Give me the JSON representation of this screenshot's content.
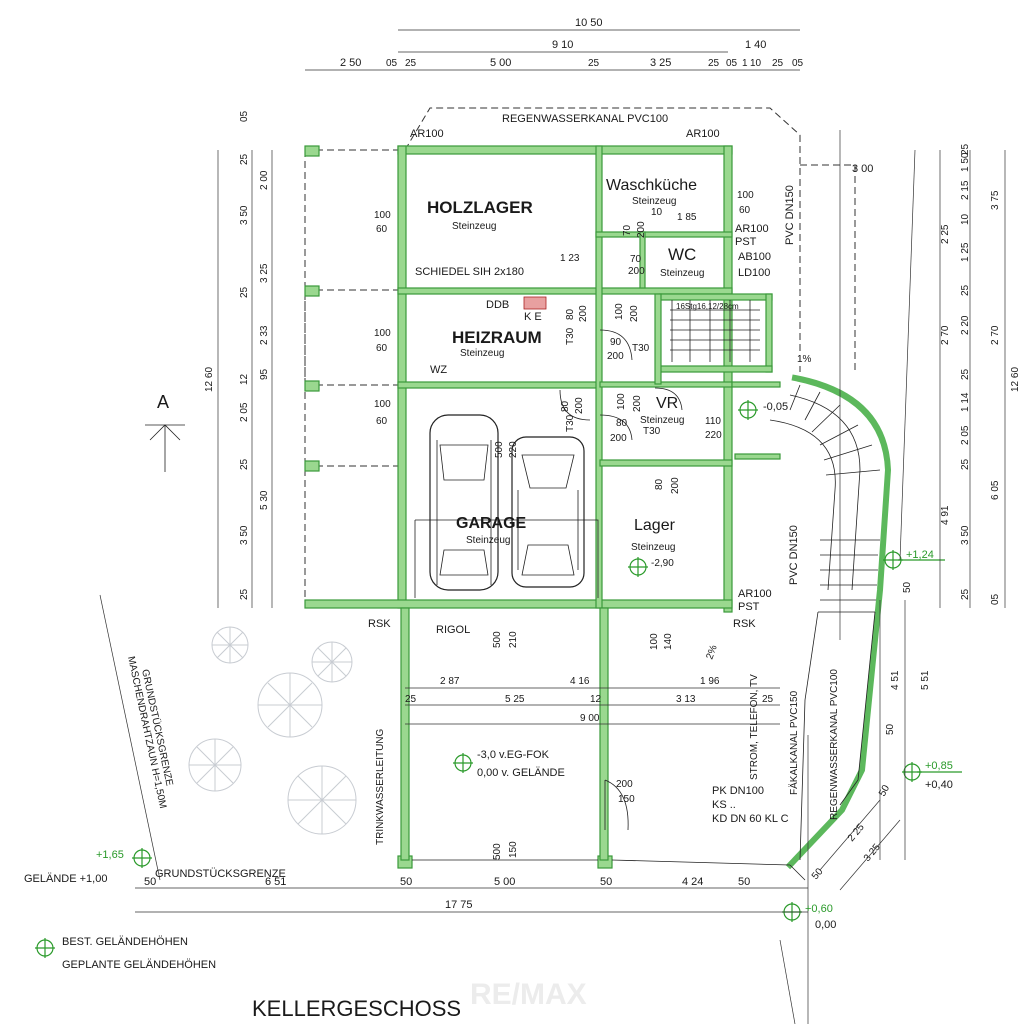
{
  "title": "KELLERGESCHOSS",
  "watermark": "RE/MAX",
  "colors": {
    "wall": "#9ad88f",
    "wall_stroke": "#3a9a3a",
    "level_marker": "#2a9a2a",
    "ink": "#1a1a1a"
  },
  "rooms": {
    "holzlager": {
      "name": "HOLZLAGER",
      "floor": "Steinzeug"
    },
    "waschkueche": {
      "name": "Waschküche",
      "floor": "Steinzeug"
    },
    "wc": {
      "name": "WC",
      "floor": "Steinzeug"
    },
    "heizraum": {
      "name": "HEIZRAUM",
      "floor": "Steinzeug"
    },
    "vr": {
      "name": "VR",
      "floor": "Steinzeug"
    },
    "garage": {
      "name": "GARAGE",
      "floor": "Steinzeug"
    },
    "lager": {
      "name": "Lager",
      "floor": "Steinzeug",
      "level": "-2,90"
    }
  },
  "labels": {
    "regenwasserkanal_top": "REGENWASSERKANAL PVC100",
    "ar100_a": "AR100",
    "ar100_b": "AR100",
    "pvc_dn150": "PVC DN150",
    "pvc_dn150_b": "PVC DN150",
    "schiedel": "SCHIEDEL SIH 2x180",
    "ddb": "DDB",
    "ke": "K E",
    "wz": "WZ",
    "ar100_pst": "AR100",
    "pst": "PST",
    "ab100": "AB100",
    "ld100": "LD100",
    "stair": "16Stg16,12/28cm",
    "rsk_l": "RSK",
    "rsk_r": "RSK",
    "rigol": "RIGOL",
    "ar100_pst2": "AR100",
    "pst2": "PST",
    "trinkwasser": "TRINKWASSERLEITUNG",
    "strom": "STROM, TELEFON, TV",
    "faekalkanal": "FÄKALKANAL PVC150",
    "regenwasserkanal_r": "REGENWASSERKANAL PVC100",
    "zaun": "MASCHENDRAHTZAUN H=1,50M",
    "grenze_l": "GRUNDSTÜCKSGRENZE",
    "grenze_b": "GRUNDSTÜCKSGRENZE",
    "gelaende_left": "GELÄNDE +1,00",
    "eg_fok": "-3,0 v.EG-FOK",
    "v_gelaende": "0,00 v. GELÄNDE",
    "pk": "PK DN100",
    "ks": "KS ..",
    "kd": "KD DN 60 KL C",
    "section": "A",
    "slope1": "1%",
    "slope2": "2%"
  },
  "levels": {
    "stairs_top": "-0,05",
    "plus124": "+1,24",
    "plus085": "+0,85",
    "plus040": "+0,40",
    "plus165": "+1,65",
    "plus060": "+0,60",
    "zero": "0,00"
  },
  "legend": {
    "existing": "BEST. GELÄNDEHÖHEN",
    "planned": "GEPLANTE GELÄNDEHÖHEN"
  },
  "dimensions": {
    "top_total": "10 50",
    "top_910": "9 10",
    "top_140": "1 40",
    "top_250": "2 50",
    "top_05a": "05",
    "top_25a": "25",
    "top_500": "5 00",
    "top_25b": "25",
    "top_325": "3 25",
    "top_25c": "25",
    "top_05b": "05",
    "top_1": "1",
    "top_10": "10",
    "top_25d": "25",
    "top_05c": "05",
    "left_05": "05",
    "left_25a": "25",
    "left_200": "2 00",
    "left_350a": "3 50",
    "left_325": "3 25",
    "left_25b": "25",
    "left_233": "2 33",
    "left_12": "12",
    "left_95": "95",
    "left_1260": "12 60",
    "left_205": "2 05",
    "left_25c": "25",
    "left_530": "5 30",
    "left_350b": "3 50",
    "left_25d": "25",
    "right_150": "1 50",
    "right_25a": "25",
    "right_215": "2 15",
    "right_10": "10",
    "right_375": "3 75",
    "right_225": "2 25",
    "right_125": "1 25",
    "right_25b": "25",
    "right_270a": "2 70",
    "right_220": "2 20",
    "right_270b": "2 70",
    "right_25c": "25",
    "right_114": "1 14",
    "right_1260": "12 60",
    "right_205": "2 05",
    "right_25d": "25",
    "right_491": "4 91",
    "right_605": "6 05",
    "right_350": "3 50",
    "right_25e": "25",
    "right_05": "05",
    "right_300": "3 00",
    "int_100_60_a": "100",
    "int_60_a": "60",
    "int_100_60_b": "100",
    "int_60_b": "60",
    "int_100_60_c": "100",
    "int_60_c": "60",
    "int_100_60_d": "100",
    "int_60_d": "60",
    "int_10": "10",
    "int_185": "1 85",
    "int_70a": "70",
    "int_200a": "200",
    "int_70b": "70",
    "int_200b": "200",
    "int_123": "1 23",
    "int_80a": "80",
    "int_200c": "200",
    "int_t30a": "T30",
    "int_100a": "100",
    "int_200d": "200",
    "int_90": "90",
    "int_200e": "200",
    "int_t30b": "T30",
    "int_80b": "80",
    "int_200f": "200",
    "int_t30c": "T30",
    "int_100b": "100",
    "int_200g": "200",
    "int_80c": "80",
    "int_200h": "200",
    "int_t30d": "T30",
    "int_110": "110",
    "int_220": "220",
    "int_500a": "500",
    "int_220b": "220",
    "int_80d": "80",
    "int_200i": "200",
    "int_500b": "500",
    "int_210": "210",
    "int_100c": "100",
    "int_140": "140",
    "out_287": "2 87",
    "out_416": "4 16",
    "out_196": "1 96",
    "out_25a": "25",
    "out_525": "5 25",
    "out_12": "12",
    "out_313": "3 13",
    "out_25b": "25",
    "out_900": "9 00",
    "out_200": "200",
    "out_150": "150",
    "out_500c": "500",
    "out_150b": "150",
    "out_50a": "50",
    "out_451": "4 51",
    "out_551": "5 51",
    "out_50b": "50",
    "out_50c": "50",
    "out_225": "2 25",
    "out_325": "3 25",
    "out_50d": "50",
    "bot_50a": "50",
    "bot_651": "6 51",
    "bot_50b": "50",
    "bot_500": "5 00",
    "bot_50c": "50",
    "bot_424": "4 24",
    "bot_50d": "50",
    "bot_1775": "17 75"
  }
}
